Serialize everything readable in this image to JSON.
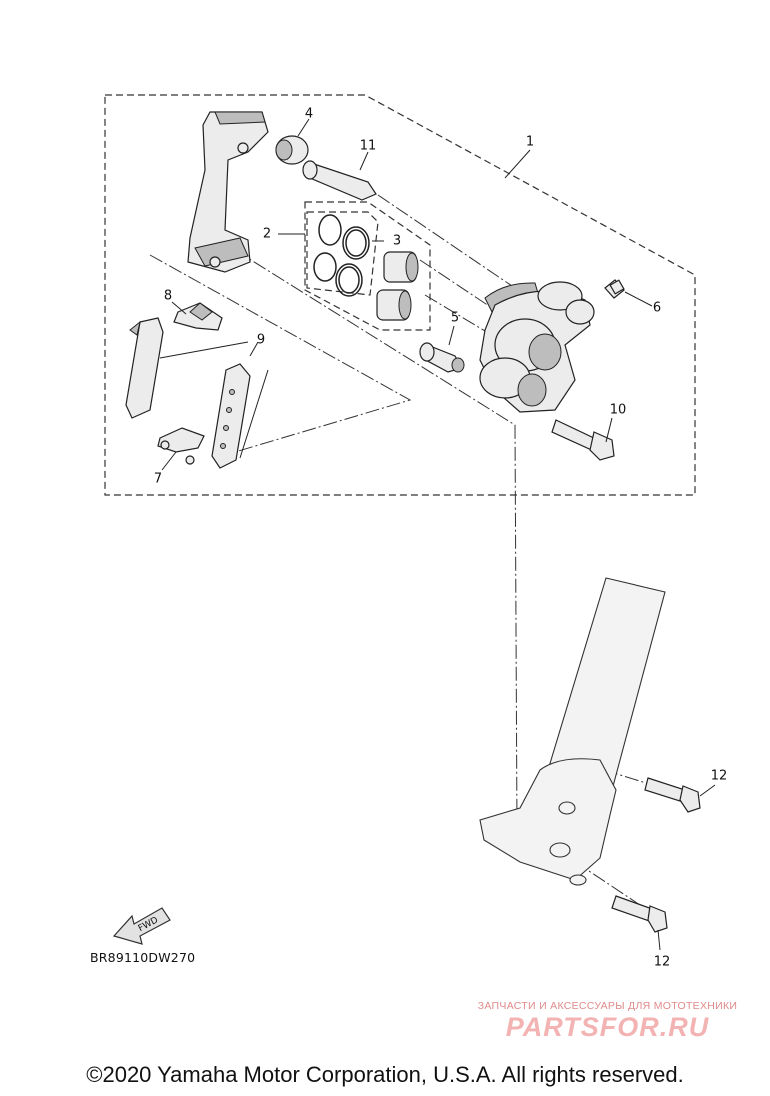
{
  "diagram": {
    "callouts": [
      "1",
      "2",
      "3",
      "4",
      "5",
      "6",
      "7",
      "8",
      "9",
      "10",
      "11",
      "12",
      "12"
    ],
    "code": "BR89110DW270",
    "fwd_label": "FWD"
  },
  "watermark": {
    "tagline": "ЗАПЧАСТИ И АКСЕССУАРЫ ДЛЯ МОТОТЕХНИКИ",
    "brand": "PARTSFOR.RU"
  },
  "footer": {
    "copyright": "©2020 Yamaha Motor Corporation, U.S.A. All rights reserved."
  },
  "colors": {
    "line": "#222222",
    "part_fill": "#e9e9e9",
    "watermark_red": "#e08a8a"
  }
}
